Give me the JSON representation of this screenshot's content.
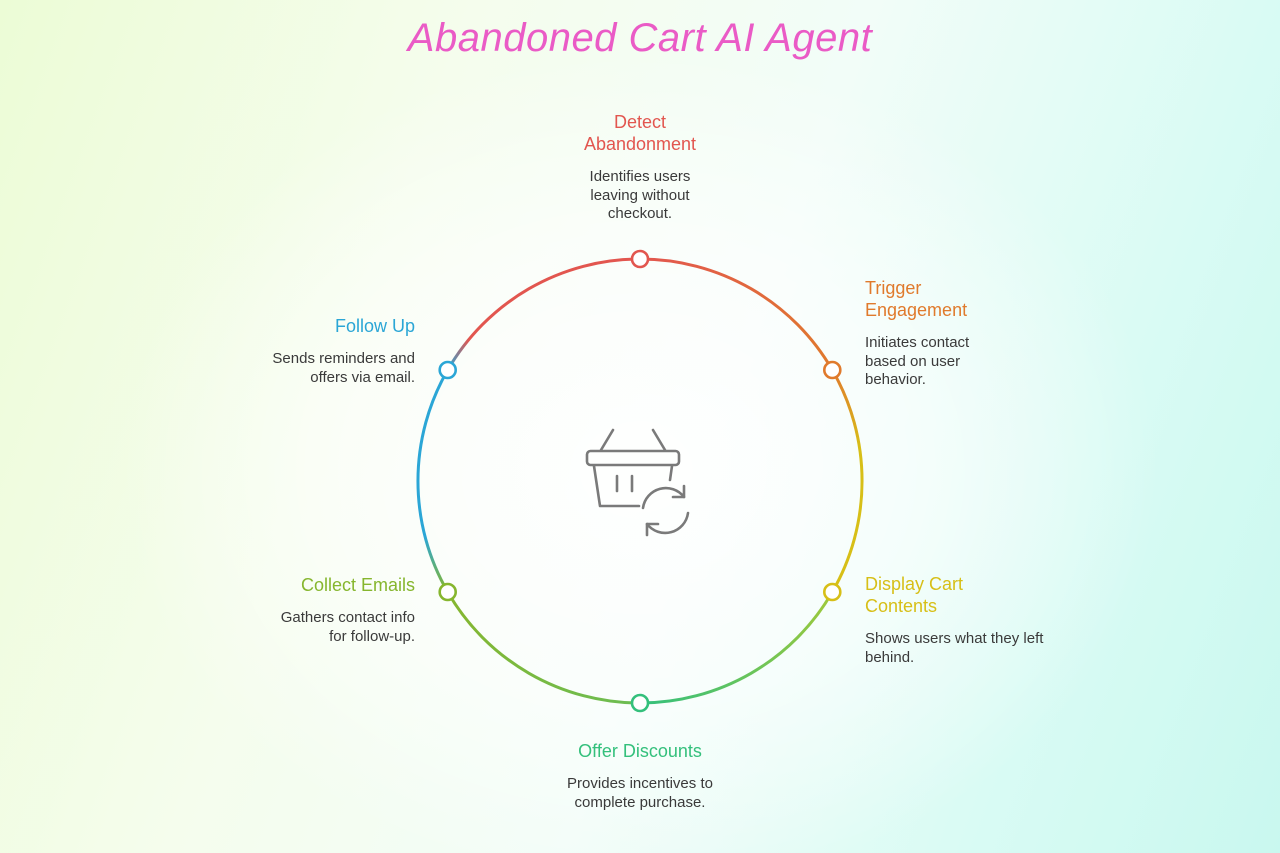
{
  "title": "Abandoned Cart AI Agent",
  "center_icon": "shopping-basket-refresh-icon",
  "steps": [
    {
      "id": "detect",
      "title": "Detect Abandonment",
      "desc": "Identifies users leaving without checkout.",
      "color": "#e2564f"
    },
    {
      "id": "trigger",
      "title": "Trigger Engagement",
      "desc": "Initiates contact based on user behavior.",
      "color": "#e07a2c"
    },
    {
      "id": "display",
      "title": "Display Cart Contents",
      "desc": "Shows users what they left behind.",
      "color": "#d7bf17"
    },
    {
      "id": "offer",
      "title": "Offer Discounts",
      "desc": "Provides incentives to complete purchase.",
      "color": "#34c07c"
    },
    {
      "id": "collect",
      "title": "Collect Emails",
      "desc": "Gathers contact info for follow-up.",
      "color": "#86b62e"
    },
    {
      "id": "follow",
      "title": "Follow Up",
      "desc": "Sends reminders and offers via email.",
      "color": "#2ba6d6"
    }
  ]
}
